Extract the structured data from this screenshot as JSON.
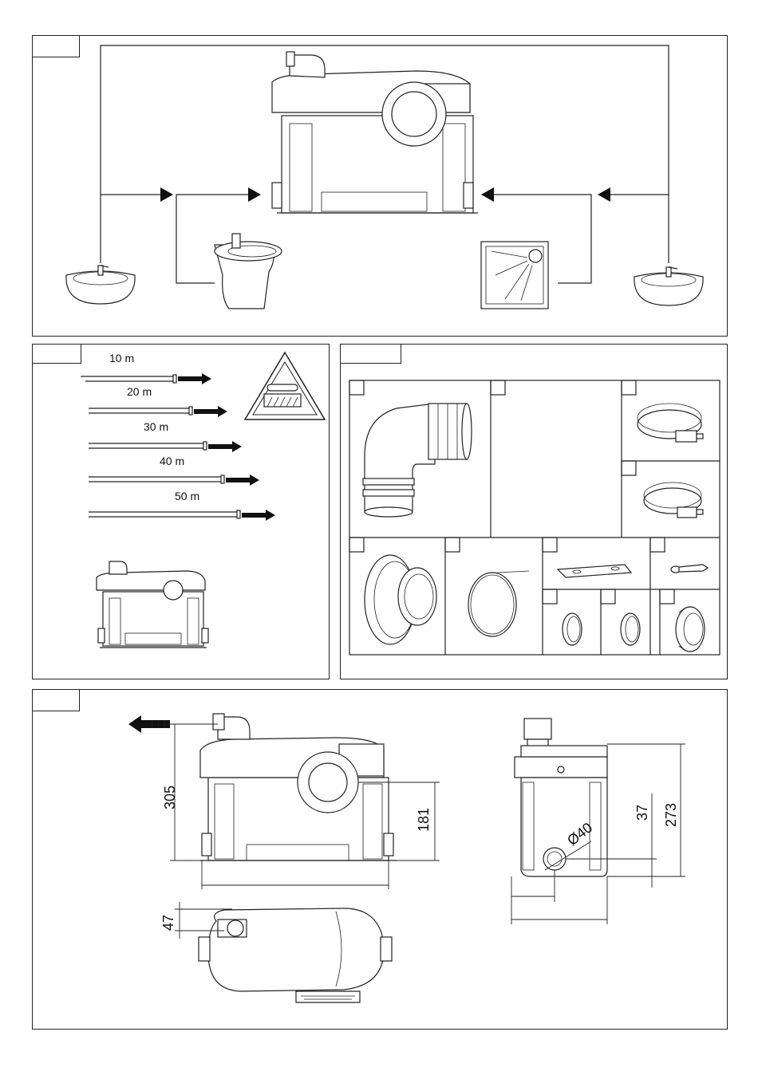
{
  "distances": {
    "d1": "10 m",
    "d2": "20 m",
    "d3": "30 m",
    "d4": "40 m",
    "d5": "50 m"
  },
  "dimensions": {
    "height_total": "305",
    "inlet_height": "181",
    "top_offset": "47",
    "side_height": "273",
    "side_inlet_height": "37",
    "inlet_diameter": "Ø40"
  },
  "icons": [
    "washbasin-icon",
    "toilet-icon",
    "shower-icon",
    "warning-triangle-icon",
    "pump-unit-icon"
  ]
}
